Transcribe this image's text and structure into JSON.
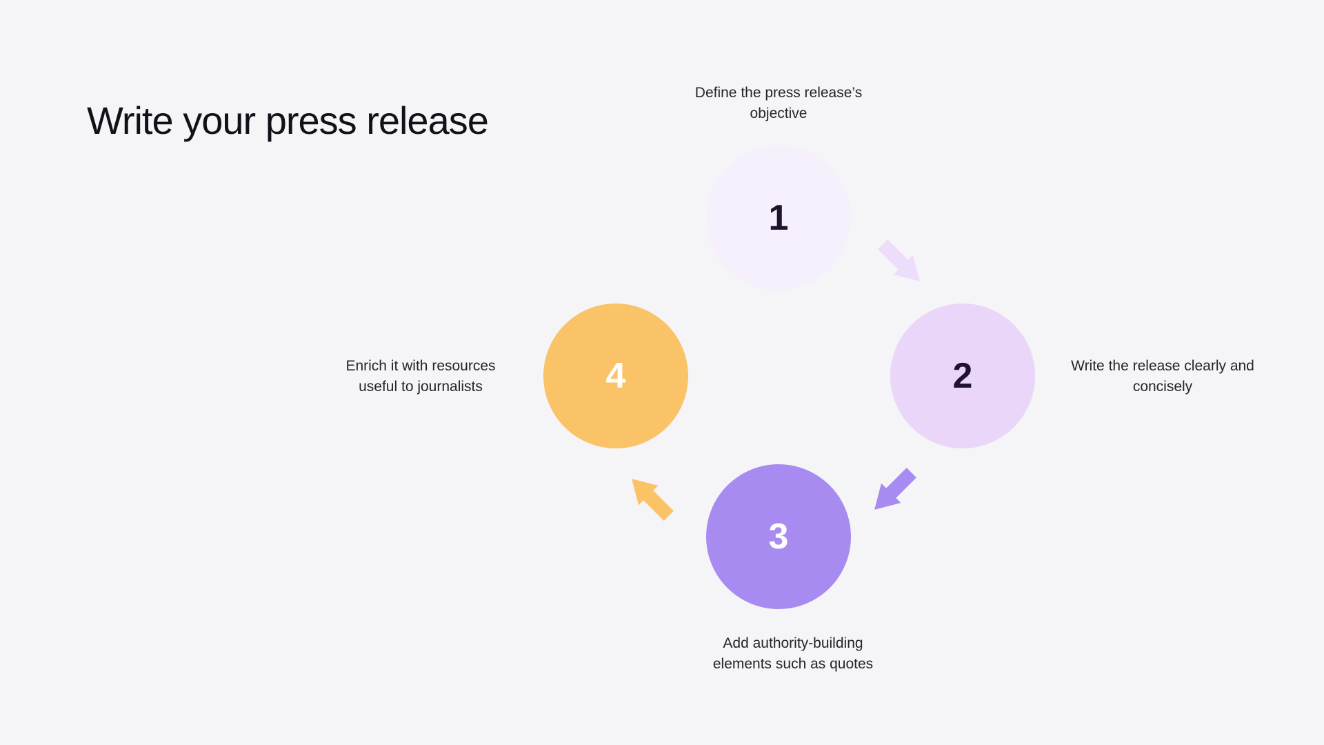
{
  "page": {
    "background_color": "#f5f4f6",
    "title": "Write your press release",
    "title_color": "#121018",
    "label_color": "#24242c"
  },
  "diagram": {
    "type": "cycle-process",
    "steps": [
      {
        "number": "1",
        "label": "Define the press release’s\nobjective",
        "label_position": "top",
        "circle_color": "#f6effc",
        "number_color": "#1f1430"
      },
      {
        "number": "2",
        "label": "Write the release clearly and\nconcisely",
        "label_position": "right",
        "circle_color": "#e9d6f8",
        "number_color": "#1f1430"
      },
      {
        "number": "3",
        "label": "Add authority-building\nelements such as quotes",
        "label_position": "bottom",
        "circle_color": "#a78bf0",
        "number_color": "#ffffff"
      },
      {
        "number": "4",
        "label": "Enrich it with resources\nuseful to journalists",
        "label_position": "left",
        "circle_color": "#fbc367",
        "number_color": "#ffffff"
      }
    ],
    "arrows": [
      {
        "from": "1",
        "to": "2",
        "direction": "down-right",
        "color": "#ecddfa"
      },
      {
        "from": "2",
        "to": "3",
        "direction": "down-left",
        "color": "#a78bf0"
      },
      {
        "from": "3",
        "to": "4",
        "direction": "up-left",
        "color": "#fbc367"
      }
    ]
  }
}
